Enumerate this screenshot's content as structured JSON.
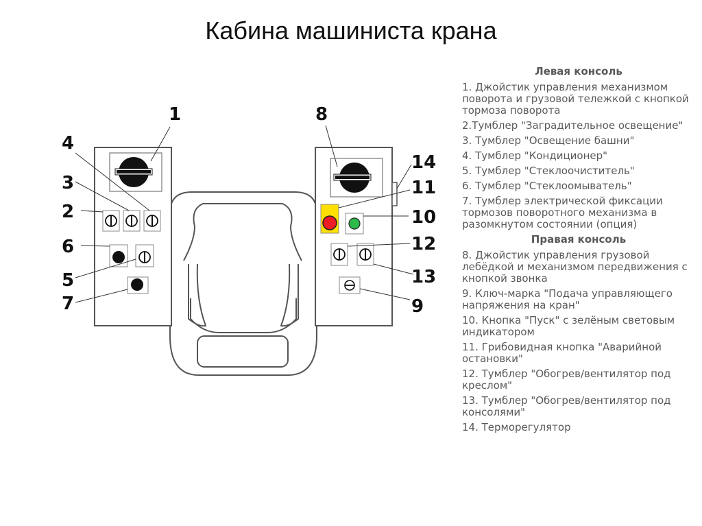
{
  "title": "Кабина машиниста крана",
  "callouts": {
    "n1": "1",
    "n2": "2",
    "n3": "3",
    "n4": "4",
    "n5": "5",
    "n6": "6",
    "n7": "7",
    "n8": "8",
    "n9": "9",
    "n10": "10",
    "n11": "11",
    "n12": "12",
    "n13": "13",
    "n14": "14"
  },
  "legend": {
    "left_heading": "Левая консоль",
    "left_items": [
      "1. Джойстик управления механизмом поворота и грузовой тележкой с кнопкой тормоза поворота",
      "2.Тумблер \"Заградительное освещение\"",
      "3. Тумблер \"Освещение башни\"",
      "4. Тумблер \"Кондиционер\"",
      "5. Тумблер \"Стеклоочиститель\"",
      "6. Тумблер \"Стеклоомыватель\"",
      "7. Тумблер электрической фиксации тормозов поворотного механизма в разомкнутом состоянии (опция)"
    ],
    "right_heading": "Правая консоль",
    "right_items": [
      "8. Джойстик управления грузовой лебёдкой и механизмом передвижения с кнопкой звонка",
      "9. Ключ-марка \"Подача управляющего напряжения  на кран\"",
      "10. Кнопка \"Пуск\" с зелёным световым индикатором",
      "11. Грибовидная кнопка \"Аварийной остановки\"",
      "12. Тумблер \"Обогрев/вентилятор под креслом\"",
      "13. Тумблер \"Обогрев/вентилятор под консолями\"",
      "14. Терморегулятор"
    ]
  },
  "colors": {
    "emergency_button": "#ee1c24",
    "emergency_plate": "#ffe000",
    "start_button": "#2db84a",
    "text_gray": "#595959"
  }
}
